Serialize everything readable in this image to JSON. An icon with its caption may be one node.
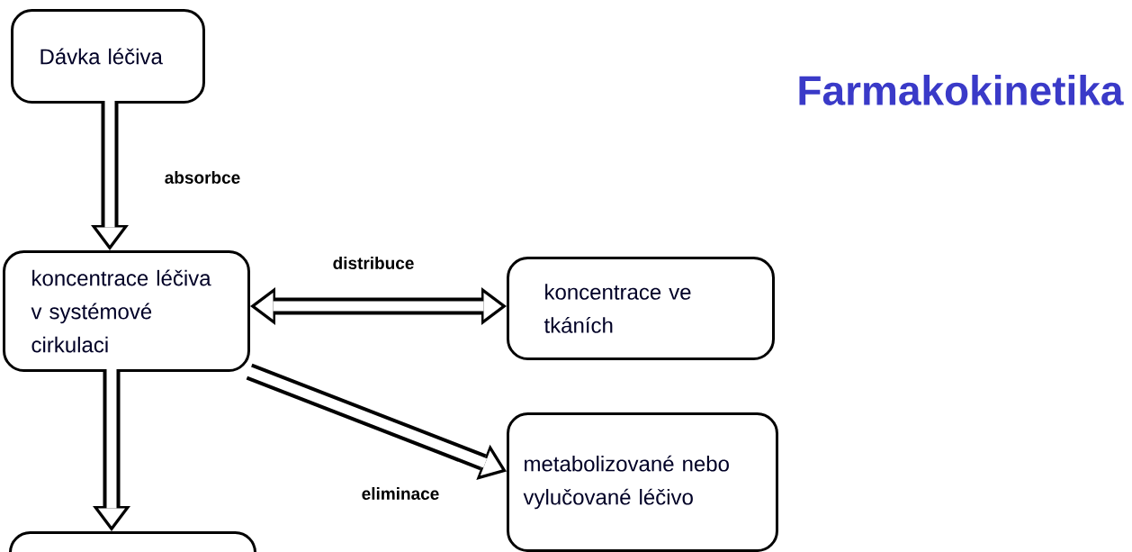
{
  "diagram": {
    "title": "Farmakokinetika",
    "nodes": [
      {
        "text": [
          "Dávka léčiva"
        ]
      },
      {
        "text": [
          "koncentrace léčiva v systémové cirkulaci"
        ]
      },
      {
        "text": [
          "koncentrace ve tkáních"
        ]
      },
      {
        "text": [
          "metabolizované nebo vylučované léčivo"
        ]
      },
      {
        "text": [],
        "shape": "box"
      }
    ],
    "edges": [
      {
        "from": 0,
        "to": 1,
        "arrow": "to",
        "label": "absorbce"
      },
      {
        "from": 1,
        "to": 2,
        "arrow": "both",
        "label": "distribuce"
      },
      {
        "from": 1,
        "to": 3,
        "arrow": "to",
        "label": "eliminace"
      },
      {
        "from": 1,
        "to": 4,
        "arrow": "to"
      }
    ]
  }
}
